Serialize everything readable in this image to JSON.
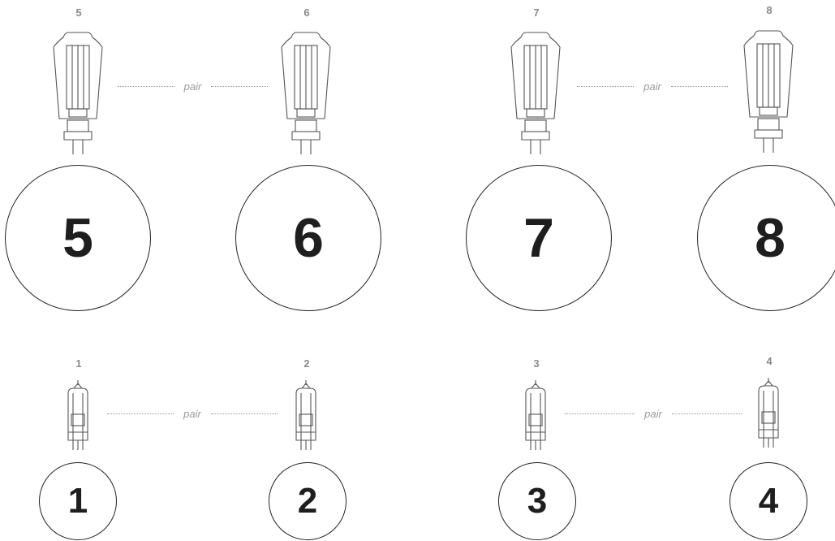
{
  "power_tubes": [
    {
      "label": "5",
      "socket": "5"
    },
    {
      "label": "6",
      "socket": "6"
    },
    {
      "label": "7",
      "socket": "7"
    },
    {
      "label": "8",
      "socket": "8"
    }
  ],
  "preamp_tubes": [
    {
      "label": "1",
      "socket": "1"
    },
    {
      "label": "2",
      "socket": "2"
    },
    {
      "label": "3",
      "socket": "3"
    },
    {
      "label": "4",
      "socket": "4"
    }
  ],
  "pairs": [
    {
      "text": "pair"
    },
    {
      "text": "pair"
    },
    {
      "text": "pair"
    },
    {
      "text": "pair"
    }
  ]
}
